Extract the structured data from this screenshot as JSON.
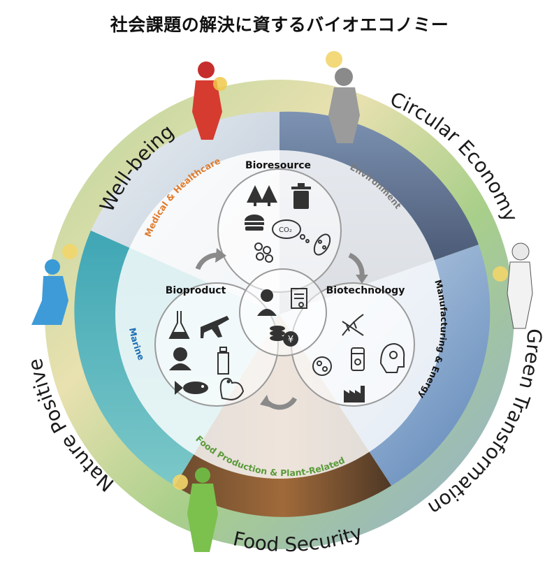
{
  "title": "社会課題の解決に資するバイオエコノミー",
  "outer_ring": [
    {
      "id": "well-being",
      "label": "Well-being"
    },
    {
      "id": "circular-economy",
      "label": "Circular Economy"
    },
    {
      "id": "green-transformation",
      "label": "Green Transformation"
    },
    {
      "id": "food-security",
      "label": "Food Security"
    },
    {
      "id": "nature-positive",
      "label": "Nature Positive"
    }
  ],
  "sectors": [
    {
      "id": "medical",
      "label": "Medical & Healthcare",
      "color": "#e07b2c"
    },
    {
      "id": "environment",
      "label": "Environment",
      "color": "#7a7a7a"
    },
    {
      "id": "manufacturing",
      "label": "Manufacturing & Energy",
      "color": "#111111"
    },
    {
      "id": "food",
      "label": "Food Production & Plant-Related",
      "color": "#5a9a3a"
    },
    {
      "id": "marine",
      "label": "Marine",
      "color": "#1f6fb2"
    }
  ],
  "circles": {
    "bioresource": "Bioresource",
    "biotechnology": "Biotechnology",
    "bioproduct": "Bioproduct"
  },
  "icons": [
    "tree-icon",
    "trash-can-icon",
    "burger-icon",
    "co2-cloud-icon",
    "microbe-icon",
    "cells-icon",
    "dna-icon",
    "petri-dish-icon",
    "vial-icon",
    "brain-head-icon",
    "factory-icon",
    "flask-icon",
    "airplane-icon",
    "person-icon",
    "bottle-icon",
    "fish-icon",
    "chicken-icon",
    "scientist-icon",
    "certificate-icon",
    "coins-icon"
  ],
  "colors": {
    "ring_green": "#a9c98a",
    "ring_yellow": "#eadfa8",
    "ring_blue": "#9fb6d6",
    "center_bg": "#ffffff",
    "circle_stroke": "#9a9a9a"
  }
}
